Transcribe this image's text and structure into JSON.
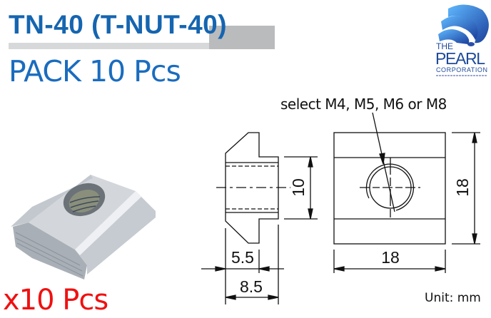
{
  "header": {
    "title": "TN-40 (T-NUT-40)",
    "subtitle": "PACK 10 Pcs"
  },
  "logo": {
    "line1": "THE",
    "line2": "PEARL",
    "line3": "CORPORATION"
  },
  "product": {
    "quantity_label": "x10 Pcs"
  },
  "drawing": {
    "thread_note": "select M4, M5, M6 or M8",
    "dim_side_height": "10",
    "dim_side_step": "5.5",
    "dim_side_width": "8.5",
    "dim_front_width": "18",
    "dim_front_height": "18",
    "unit_label": "Unit: mm"
  },
  "colors": {
    "title_blue": "#1565b0",
    "quantity_red": "#f01010"
  }
}
